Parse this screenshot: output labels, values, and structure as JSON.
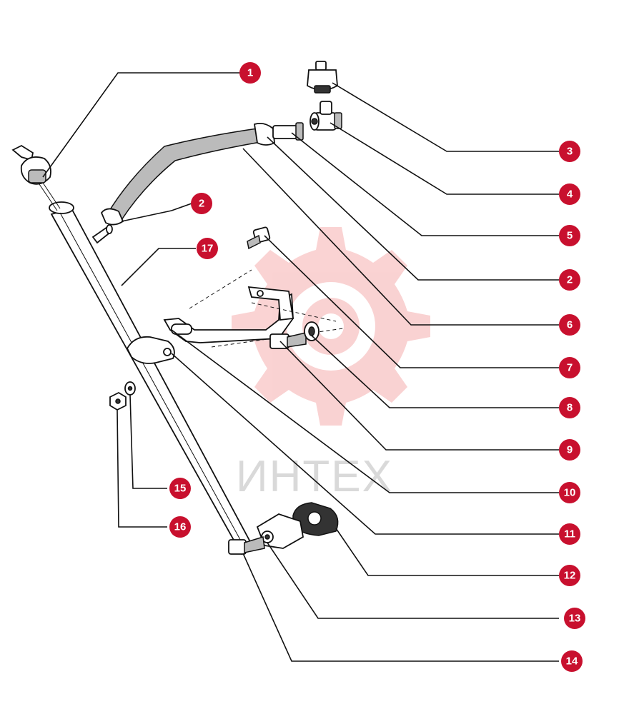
{
  "watermark": {
    "text": "ИНТЕХ",
    "color": "#f5b5b5"
  },
  "callout_color": "#c8102e",
  "callouts": [
    {
      "id": "c1",
      "label": "1"
    },
    {
      "id": "c2a",
      "label": "2"
    },
    {
      "id": "c3",
      "label": "3"
    },
    {
      "id": "c4",
      "label": "4"
    },
    {
      "id": "c5",
      "label": "5"
    },
    {
      "id": "c2b",
      "label": "2"
    },
    {
      "id": "c6",
      "label": "6"
    },
    {
      "id": "c7",
      "label": "7"
    },
    {
      "id": "c8",
      "label": "8"
    },
    {
      "id": "c9",
      "label": "9"
    },
    {
      "id": "c10",
      "label": "10"
    },
    {
      "id": "c11",
      "label": "11"
    },
    {
      "id": "c12",
      "label": "12"
    },
    {
      "id": "c13",
      "label": "13"
    },
    {
      "id": "c14",
      "label": "14"
    },
    {
      "id": "c15",
      "label": "15"
    },
    {
      "id": "c16",
      "label": "16"
    },
    {
      "id": "c17",
      "label": "17"
    }
  ]
}
